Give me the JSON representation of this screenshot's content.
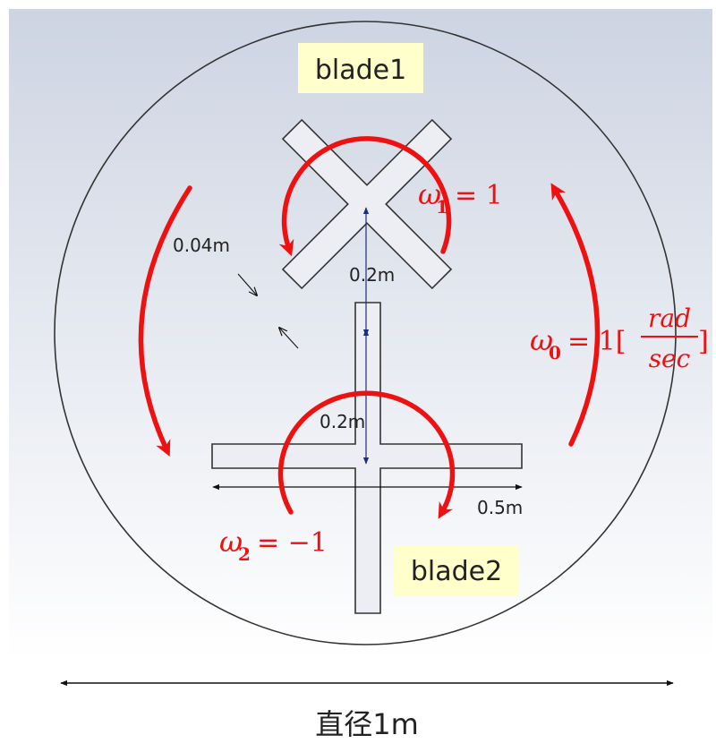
{
  "labels": {
    "blade1": "blade1",
    "blade2": "blade2",
    "thickness": "0.04m",
    "dist_upper": "0.2m",
    "dist_lower": "0.2m",
    "blade_length": "0.5m",
    "diameter": "直径1m"
  },
  "equations": {
    "omega1": {
      "symbol": "ω",
      "sub": "1",
      "rhs": "= 1"
    },
    "omega2": {
      "symbol": "ω",
      "sub": "2",
      "rhs": "= −1"
    },
    "omega0": {
      "symbol": "ω",
      "sub": "0",
      "rhs": "= 1[",
      "numerator": "rad",
      "denominator": "sec",
      "close": "]"
    }
  },
  "colors": {
    "accent_red": "#ee1111",
    "label_bg": "#ffffcc",
    "dimension_blue": "#1a2f7a",
    "outline": "#333333"
  },
  "icons": {
    "rotation_arrow": "curved-arrow",
    "dimension_arrow": "double-headed-arrow"
  }
}
